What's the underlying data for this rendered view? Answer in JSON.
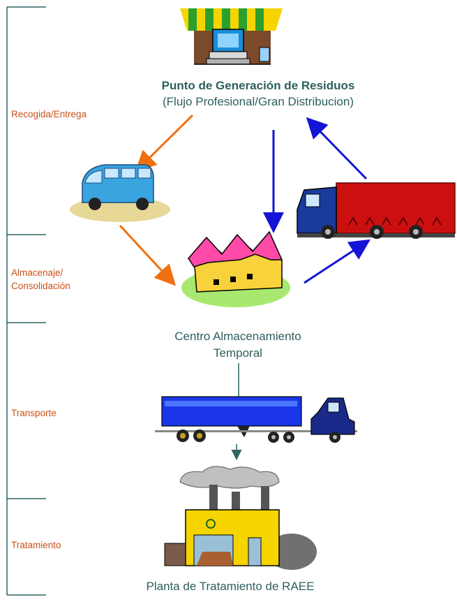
{
  "stages": {
    "recogida": "Recogida/Entrega",
    "almacenaje_1": "Almacenaje/",
    "almacenaje_2": "Consolidación",
    "transporte": "Transporte",
    "tratamiento": "Tratamiento"
  },
  "nodes": {
    "punto_title": "Punto de Generación de Residuos",
    "punto_subtitle": "(Flujo Profesional/Gran Distribucion)",
    "centro_line1": "Centro Almacenamiento",
    "centro_line2": "Temporal",
    "planta": "Planta de Tratamiento de RAEE"
  },
  "colors": {
    "orange_arrow": "#f07010",
    "blue_arrow": "#1414d6",
    "teal_line": "#2e6464",
    "stage_text": "#c8521a"
  }
}
